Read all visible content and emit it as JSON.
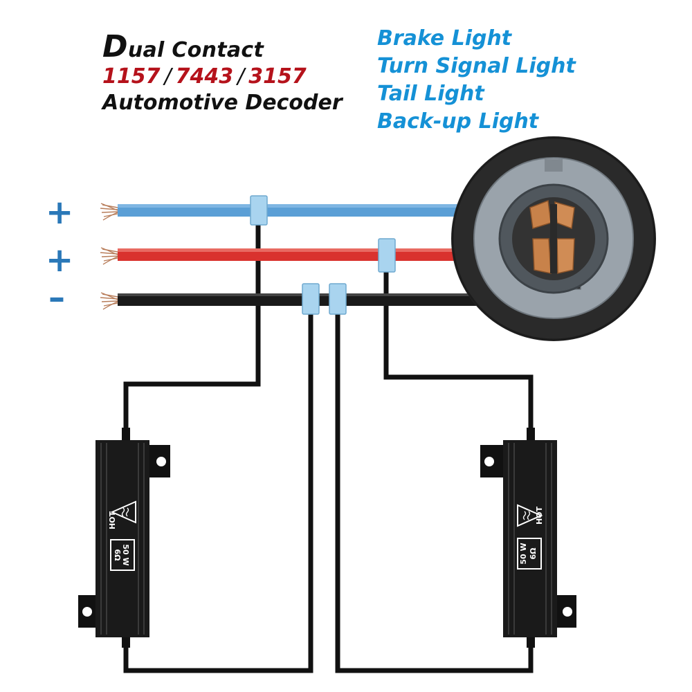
{
  "title": {
    "big_letter": "D",
    "line1_rest": "ual Contact",
    "models": [
      "1157",
      "7443",
      "3157"
    ],
    "separator": "/",
    "line3": "Automotive Decoder"
  },
  "applications": [
    "Brake Light",
    "Turn Signal Light",
    "Tail Light",
    "Back-up Light"
  ],
  "polarity": {
    "wire1": "+",
    "wire2": "+",
    "wire3": "–"
  },
  "resistor_left": {
    "warning": "HOT",
    "power": "50 W",
    "resistance": "6Ω"
  },
  "resistor_right": {
    "warning": "HOT",
    "power": "50 W",
    "resistance": "6Ω"
  },
  "colors": {
    "wire_blue": "#5b9fd6",
    "wire_red": "#d9322e",
    "wire_black": "#1a1a1a",
    "tap_connector": "#a9d4ef",
    "socket_body": "#2a2a2a",
    "socket_ring": "#9aa3ab",
    "contacts": "#c8824a",
    "title_red": "#b5121b",
    "apps_blue": "#1591d6",
    "polarity_blue": "#2a78b8"
  }
}
